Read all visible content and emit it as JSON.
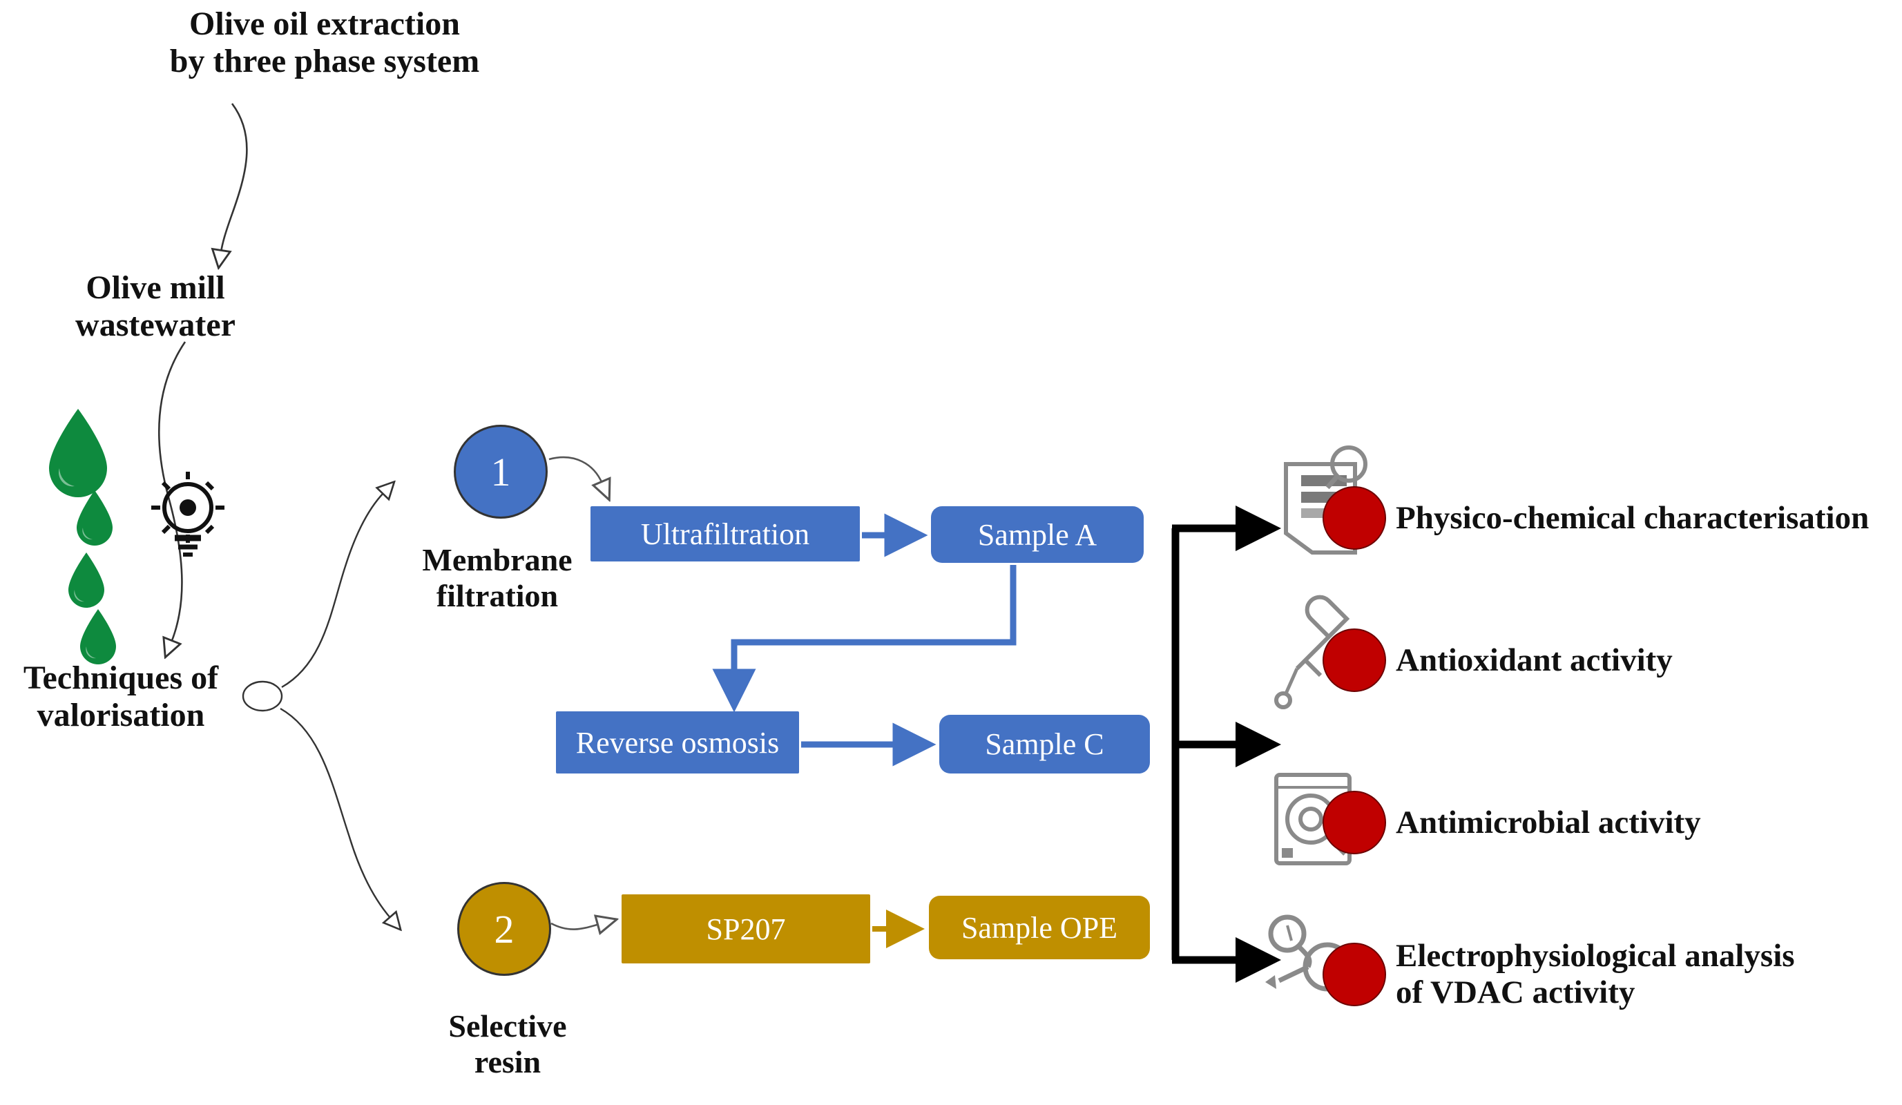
{
  "diagram": {
    "title": "Olive oil extraction\nby three phase system",
    "source_label": "Olive mill\nwastewater",
    "techniques_label": "Techniques of\nvalorisation",
    "idea_icon": "lightbulb-icon",
    "droplet_icon": "droplet-icon",
    "droplet_color": "#0E8A3E",
    "branches": [
      {
        "number": "1",
        "name": "Membrane\nfiltration",
        "color": "#4472C4",
        "steps": [
          {
            "process": "Ultrafiltration",
            "output": "Sample A"
          },
          {
            "process": "Reverse osmosis",
            "output": "Sample C"
          }
        ]
      },
      {
        "number": "2",
        "name": "Selective\nresin",
        "color": "#BF8F00",
        "steps": [
          {
            "process": "SP207",
            "output": "Sample OPE"
          }
        ]
      }
    ],
    "analyses": [
      {
        "label": "Physico-chemical characterisation",
        "icon": "document-magnifier-icon",
        "dot_color": "#C00000"
      },
      {
        "label": "Antioxidant activity",
        "icon": "pipette-dropper-icon",
        "dot_color": "#C00000"
      },
      {
        "label": "Antimicrobial activity",
        "icon": "microscope-plate-icon",
        "dot_color": "#C00000"
      },
      {
        "label": "Electrophysiological analysis\nof VDAC activity",
        "icon": "stethoscope-icon",
        "dot_color": "#C00000"
      }
    ]
  }
}
